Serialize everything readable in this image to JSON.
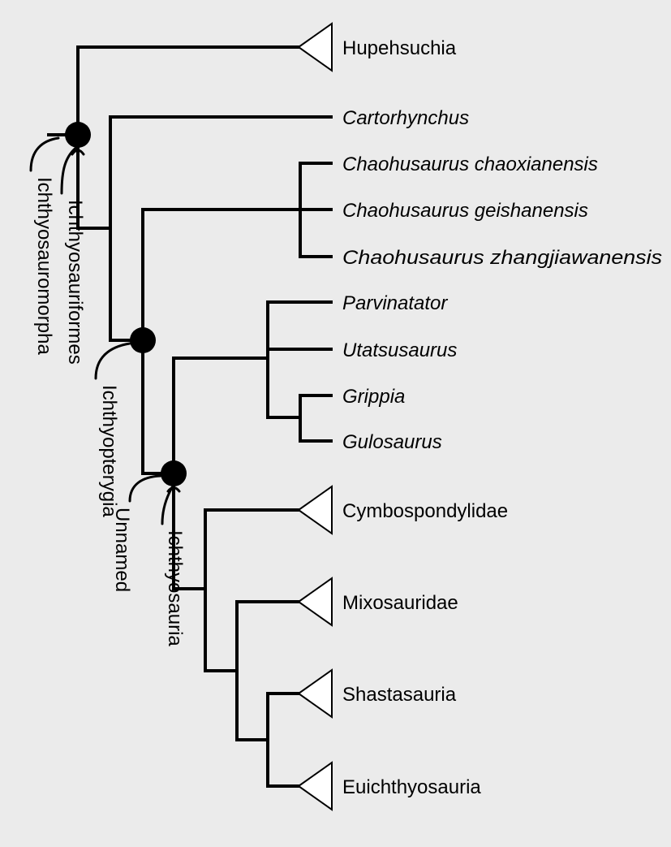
{
  "taxa": {
    "hupehsuchia": "Hupehsuchia",
    "cartorhynchus": "Cartorhynchus",
    "chaohusaurus_chaoxianensis": "Chaohusaurus chaoxianensis",
    "chaohusaurus_geishanensis": "Chaohusaurus geishanensis",
    "chaohusaurus_zhangjiawanensis": "Chaohusaurus zhangjiawanensis",
    "parvinatator": "Parvinatator",
    "utatsusaurus": "Utatsusaurus",
    "grippia": "Grippia",
    "gulosaurus": "Gulosaurus",
    "cymbospondylidae": "Cymbospondylidae",
    "mixosauridae": "Mixosauridae",
    "shastasauria": "Shastasauria",
    "euichthyosauria": "Euichthyosauria"
  },
  "clades": {
    "ichthyosauromorpha": "Ichthyosauromorpha",
    "ichthyosauriformes": "Ichthyosauriformes",
    "ichthyopterygia": "Ichthyopterygia",
    "unnamed": "Unnamed",
    "ichthyosauria": "Ichthyosauria"
  }
}
